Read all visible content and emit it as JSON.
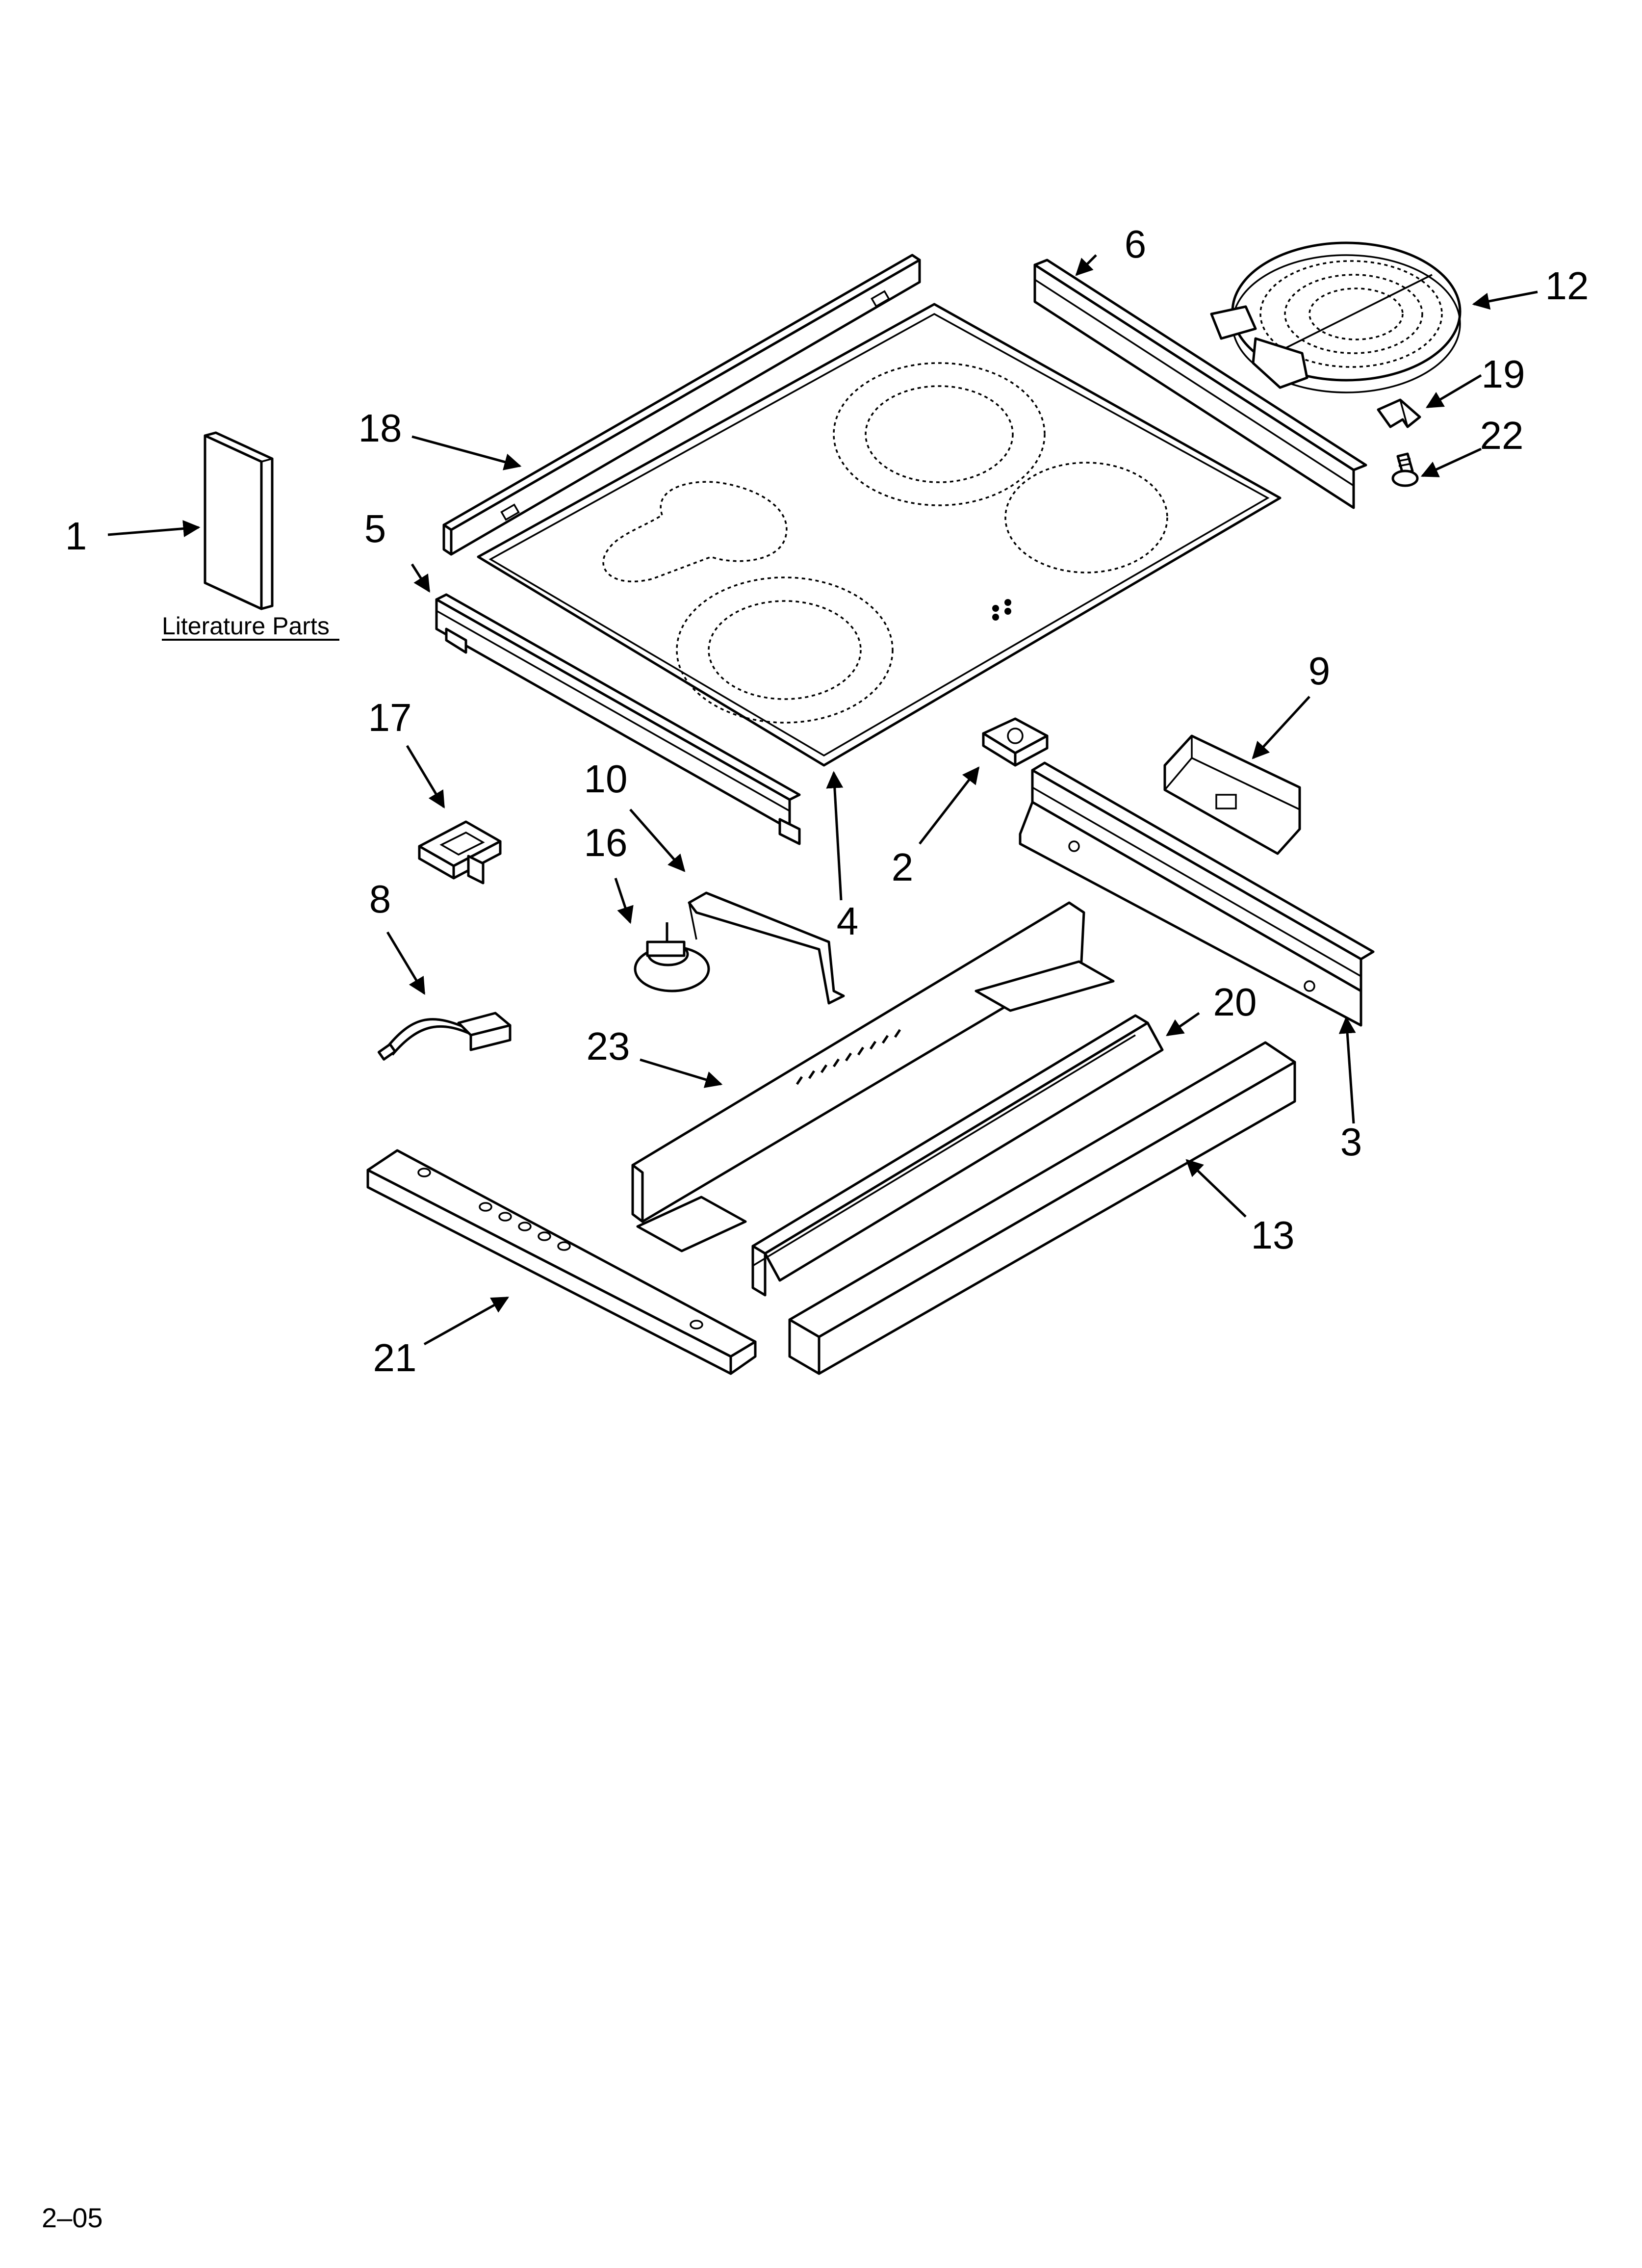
{
  "callouts": [
    {
      "id": "1",
      "text": "1"
    },
    {
      "id": "2",
      "text": "2"
    },
    {
      "id": "3",
      "text": "3"
    },
    {
      "id": "4",
      "text": "4"
    },
    {
      "id": "5",
      "text": "5"
    },
    {
      "id": "6",
      "text": "6"
    },
    {
      "id": "8",
      "text": "8"
    },
    {
      "id": "9",
      "text": "9"
    },
    {
      "id": "10",
      "text": "10"
    },
    {
      "id": "12",
      "text": "12"
    },
    {
      "id": "13",
      "text": "13"
    },
    {
      "id": "16",
      "text": "16"
    },
    {
      "id": "17",
      "text": "17"
    },
    {
      "id": "18",
      "text": "18"
    },
    {
      "id": "19",
      "text": "19"
    },
    {
      "id": "20",
      "text": "20"
    },
    {
      "id": "21",
      "text": "21"
    },
    {
      "id": "22",
      "text": "22"
    },
    {
      "id": "23",
      "text": "23"
    }
  ],
  "literature_label": "Literature Parts",
  "footer_code": "2–05"
}
